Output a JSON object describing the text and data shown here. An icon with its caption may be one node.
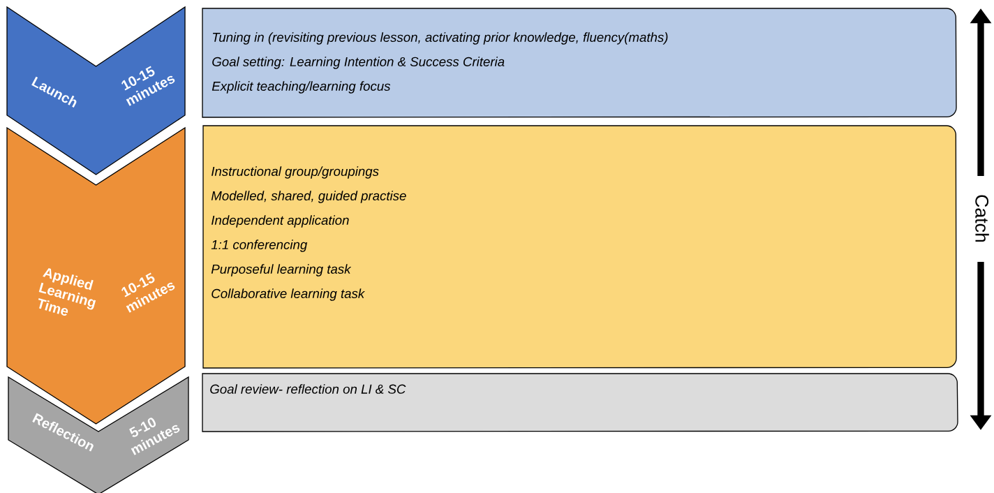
{
  "diagram": {
    "nodes": [
      {
        "text": [
          "Launch",
          "10-15 minutes"
        ]
      },
      {
        "text": [
          "Tuning in (revisiting previous lesson, activating prior knowledge, fluency(maths)",
          "Goal setting: Learning Intention & Success Criteria",
          "Explicit teaching/learning focus"
        ]
      },
      {
        "text": [
          "Applied Learning Time",
          "10-15 minutes"
        ]
      },
      {
        "text": [
          "Instructional group/groupings",
          "Modelled, shared, guided practise",
          "Independent application",
          "1:1 conferencing",
          "Purposeful learning task",
          "Collaborative learning task"
        ]
      },
      {
        "text": [
          "Reflection",
          "5-10 minutes"
        ]
      },
      {
        "text": [
          "Goal review- reflection on LI & SC"
        ]
      }
    ],
    "labels": [
      "Catch"
    ]
  }
}
